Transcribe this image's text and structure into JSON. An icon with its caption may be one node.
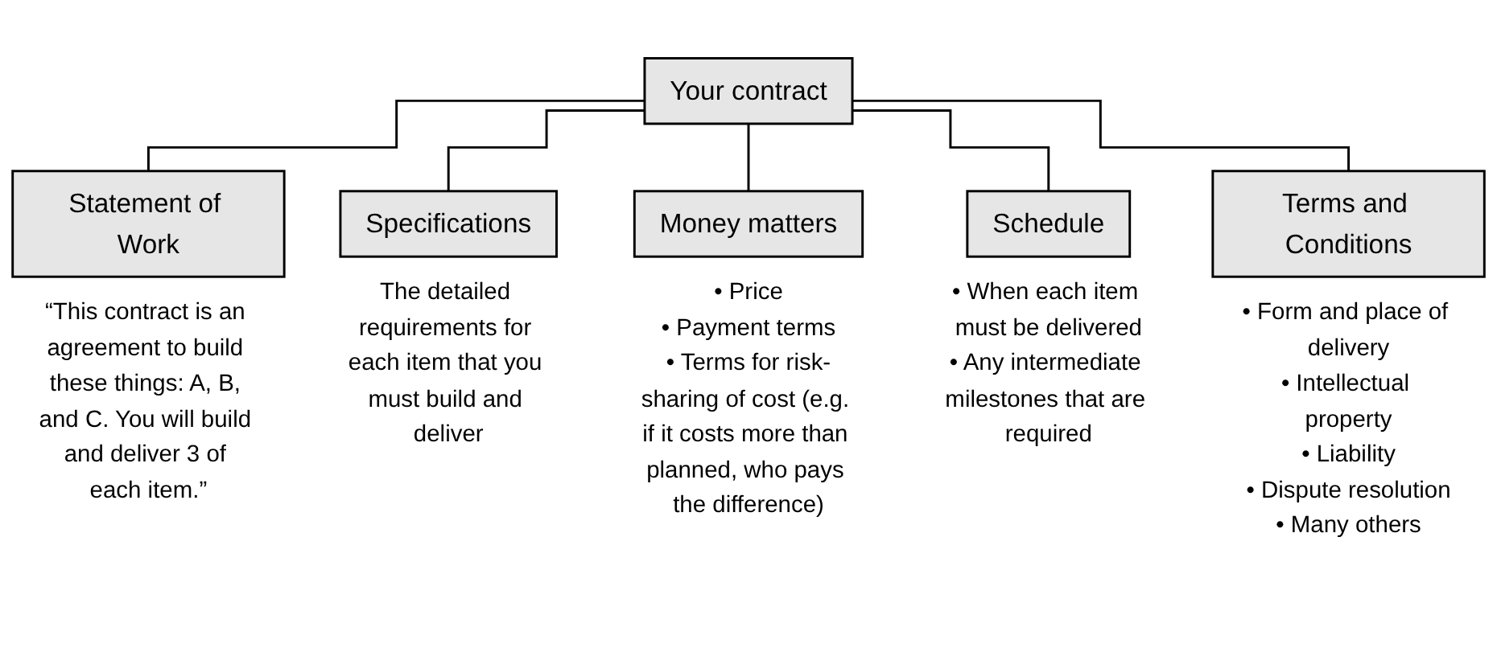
{
  "diagram": {
    "nodes": [
      {
        "text": [
          "Your contract"
        ]
      },
      {
        "text": [
          "Statement of Work"
        ],
        "beside": [
          "“This contract is an agreement to build these things: A, B, and C. You will build and deliver 3 of each item.”"
        ]
      },
      {
        "text": [
          "Specifications"
        ],
        "beside": [
          "The detailed requirements for each item that you must build and deliver"
        ]
      },
      {
        "text": [
          "Money matters"
        ],
        "beside": [
          "• Price",
          "• Payment terms",
          "• Terms for risk-sharing of cost (e.g. if it costs more than planned, who pays the difference)"
        ]
      },
      {
        "text": [
          "Schedule"
        ],
        "beside": [
          "• When each item must be delivered",
          "• Any intermediate milestones that are required"
        ]
      },
      {
        "text": [
          "Terms and Conditions"
        ],
        "beside": [
          "• Form and place of delivery",
          "• Intellectual property",
          "• Liability",
          "• Dispute resolution",
          "• Many others"
        ]
      }
    ],
    "edges": [
      {
        "from": 0,
        "to": 1,
        "arrow": "none"
      },
      {
        "from": 0,
        "to": 2,
        "arrow": "none"
      },
      {
        "from": 0,
        "to": 3,
        "arrow": "none"
      },
      {
        "from": 0,
        "to": 4,
        "arrow": "none"
      },
      {
        "from": 0,
        "to": 5,
        "arrow": "none"
      }
    ]
  }
}
